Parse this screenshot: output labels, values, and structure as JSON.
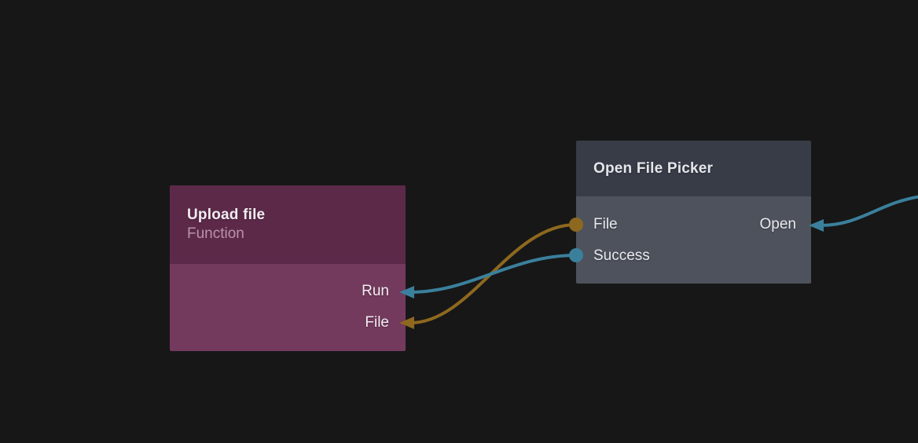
{
  "colors": {
    "background": "#171717",
    "wire_gold": "#8d681f",
    "wire_teal": "#3a809c",
    "upload_header": "#5c2949",
    "upload_body": "#743a5e",
    "picker_header": "#383c47",
    "picker_body": "#4e525d"
  },
  "nodes": {
    "upload": {
      "title": "Upload file",
      "subtitle": "Function",
      "input_ports": [
        {
          "label": "Run",
          "wire": "teal"
        },
        {
          "label": "File",
          "wire": "gold"
        }
      ]
    },
    "picker": {
      "title": "Open File Picker",
      "output_ports": [
        {
          "label": "File",
          "wire": "gold"
        },
        {
          "label": "Success",
          "wire": "teal"
        }
      ],
      "input_ports": [
        {
          "label": "Open",
          "wire": "teal"
        }
      ]
    }
  },
  "edges": [
    {
      "name": "picker-file-to-upload-file",
      "color": "gold"
    },
    {
      "name": "picker-success-to-upload-run",
      "color": "teal"
    },
    {
      "name": "offscreen-to-picker-open",
      "color": "teal"
    }
  ]
}
